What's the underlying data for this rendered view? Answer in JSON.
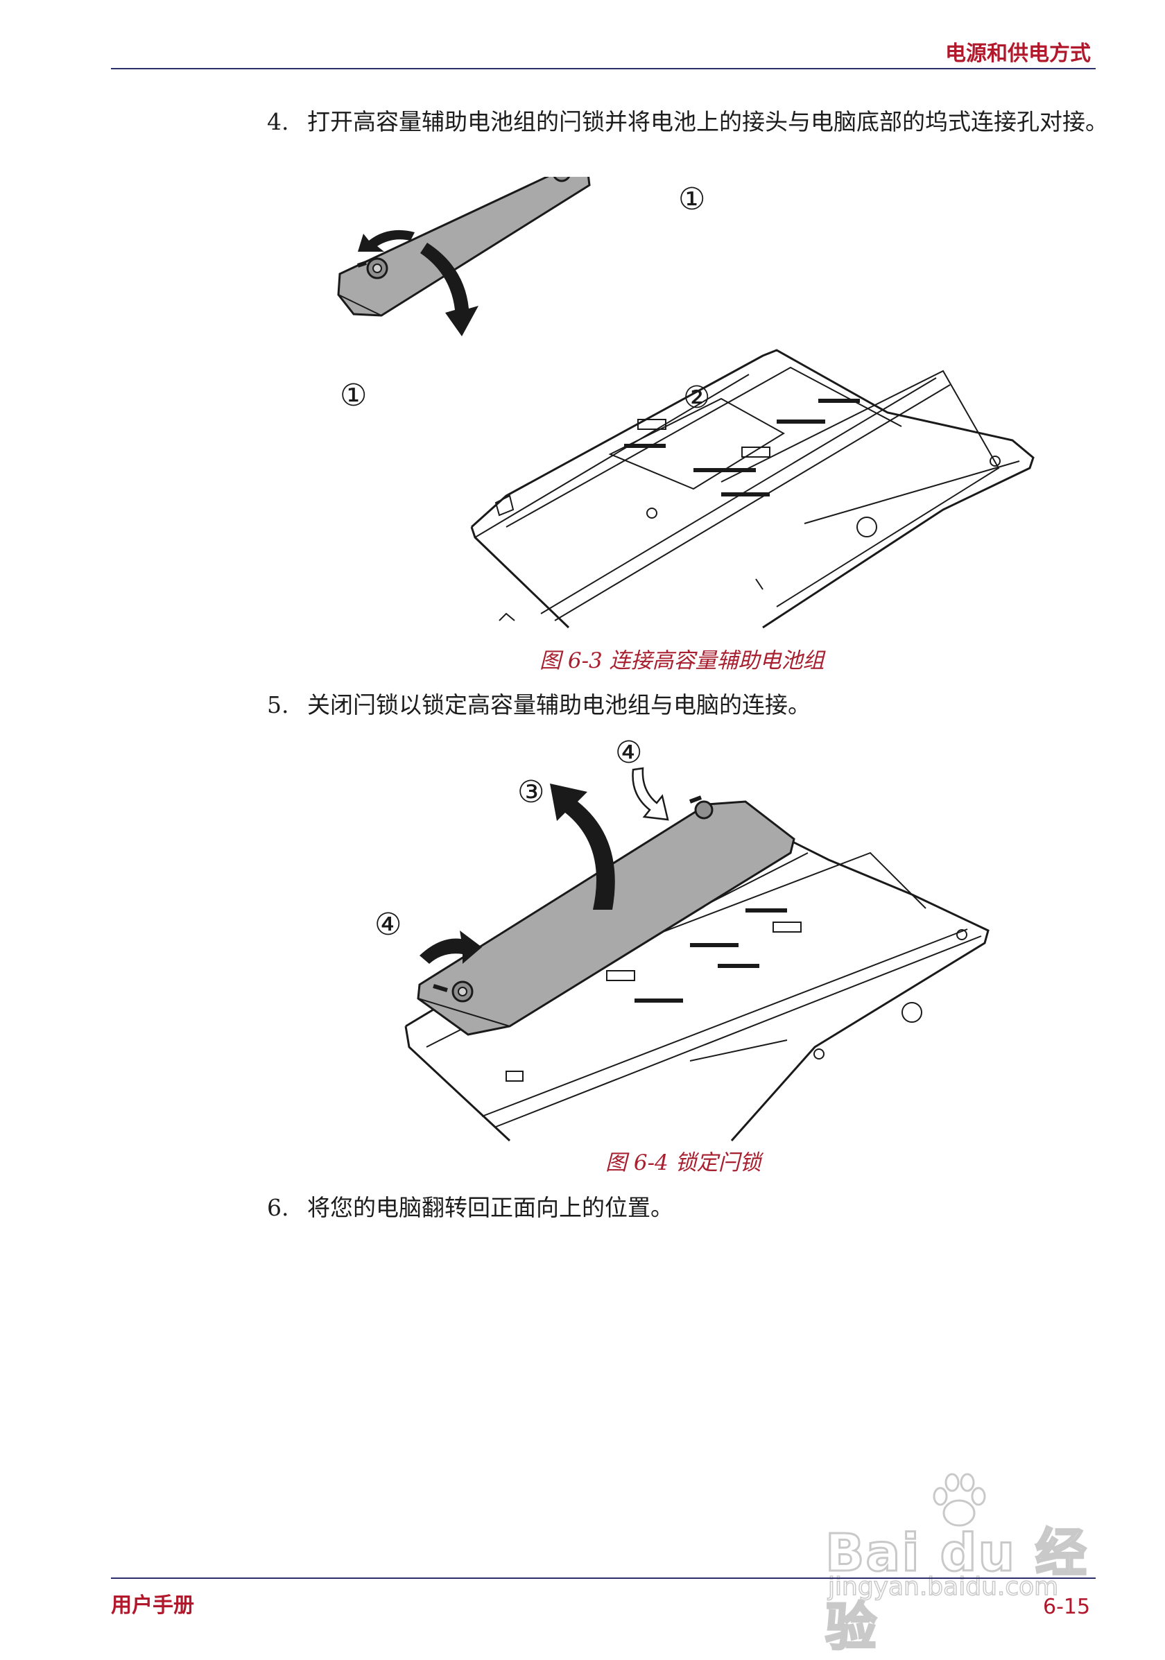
{
  "header": {
    "section_title": "电源和供电方式"
  },
  "steps": [
    {
      "number": "4.",
      "text": "打开高容量辅助电池组的闩锁并将电池上的接头与电脑底部的坞式连接孔对接。"
    },
    {
      "number": "5.",
      "text": "关闭闩锁以锁定高容量辅助电池组与电脑的连接。"
    },
    {
      "number": "6.",
      "text": "将您的电脑翻转回正面向上的位置。"
    }
  ],
  "figures": [
    {
      "caption": "图 6-3 连接高容量辅助电池组",
      "markers": [
        "①",
        "①",
        "②"
      ]
    },
    {
      "caption": "图 6-4 锁定闩锁",
      "markers": [
        "④",
        "③",
        "④"
      ]
    }
  ],
  "footer": {
    "manual_title": "用户手册",
    "page_number": "6-15"
  },
  "watermark": {
    "brand": "Bai du 经验",
    "url": "jingyan.baidu.com"
  },
  "colors": {
    "accent": "#b1182b",
    "rule": "#2a2f6b",
    "battery_fill": "#a9a9a9"
  }
}
